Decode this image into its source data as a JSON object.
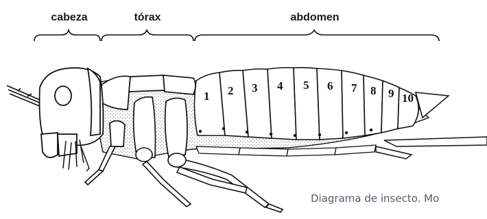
{
  "labels": {
    "head": "cabeza",
    "thorax": "tórax",
    "abdomen": "abdomen"
  },
  "segments": [
    "1",
    "2",
    "3",
    "4",
    "5",
    "6",
    "7",
    "8",
    "9",
    "10"
  ],
  "caption": "Diagrama de insecto. Mo"
}
